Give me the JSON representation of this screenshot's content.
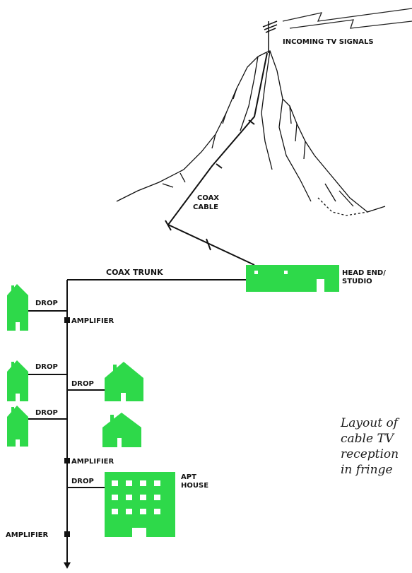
{
  "labels": {
    "incoming": "INCOMING TV SIGNALS",
    "coax_cable_1": "COAX",
    "coax_cable_2": "CABLE",
    "coax_trunk": "COAX TRUNK",
    "head_end_1": "HEAD END/",
    "head_end_2": "STUDIO",
    "drop": "DROP",
    "amplifier": "AMPLIFIER",
    "apt_1": "APT",
    "apt_2": "HOUSE"
  },
  "caption": {
    "line1": "Layout of",
    "line2": "cable TV",
    "line3": "reception",
    "line4": "in fringe"
  },
  "colors": {
    "green": "#2ed94a",
    "line": "#111111"
  }
}
